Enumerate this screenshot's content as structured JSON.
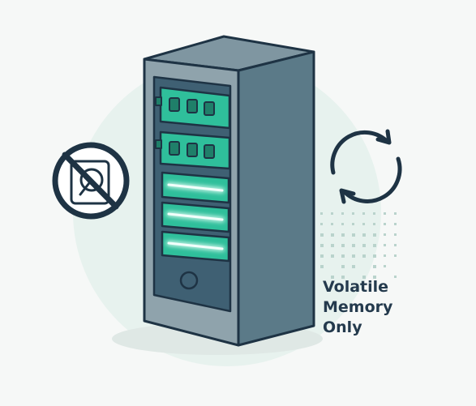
{
  "caption": {
    "lines": [
      "Volatile",
      "Memory",
      "Only"
    ]
  },
  "icons": {
    "server": "server-rack-icon",
    "no_disk": "no-hard-disk-icon",
    "refresh": "refresh-cycle-icon",
    "memory": "memory-module-icon"
  },
  "colors": {
    "background": "#f6f8f7",
    "outline": "#1e3344",
    "server_front": "#8fa3ac",
    "server_side": "#5b7a88",
    "server_top": "#7f96a1",
    "panel": "#3f6073",
    "memory_green": "#2fbf9b",
    "glow": "#c6fff0",
    "accent_light": "#e7f2ee",
    "caption": "#243a4d"
  }
}
